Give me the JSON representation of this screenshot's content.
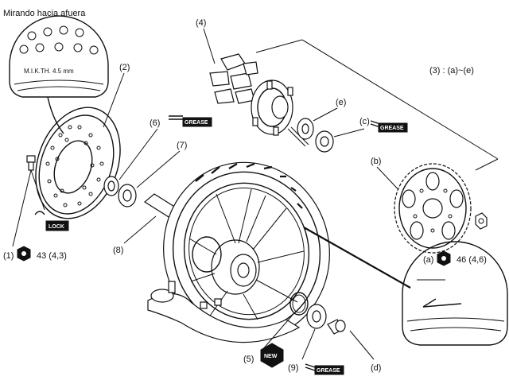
{
  "header": {
    "view_note": "Mirando hacia afuera"
  },
  "detail_text": {
    "inset_marking": "M.I.K.TH. 4.5 mm"
  },
  "labels": {
    "p1": "(1)",
    "p2": "(2)",
    "p3": "(3) : (a)~(e)",
    "p4": "(4)",
    "p5": "(5)",
    "p6": "(6)",
    "p7": "(7)",
    "p8": "(8)",
    "p9": "(9)",
    "pa": "(a)",
    "pb": "(b)",
    "pc": "(c)",
    "pd": "(d)",
    "pe": "(e)"
  },
  "torque": {
    "p1": "43 (4,3)",
    "pa": "46 (4,6)"
  },
  "tags": {
    "lock": "LOCK",
    "grease": "GREASE",
    "new": "NEW"
  },
  "icons": [
    "torque-wrench-icon",
    "grease-gun-icon",
    "lock-tag-icon",
    "new-part-icon"
  ]
}
